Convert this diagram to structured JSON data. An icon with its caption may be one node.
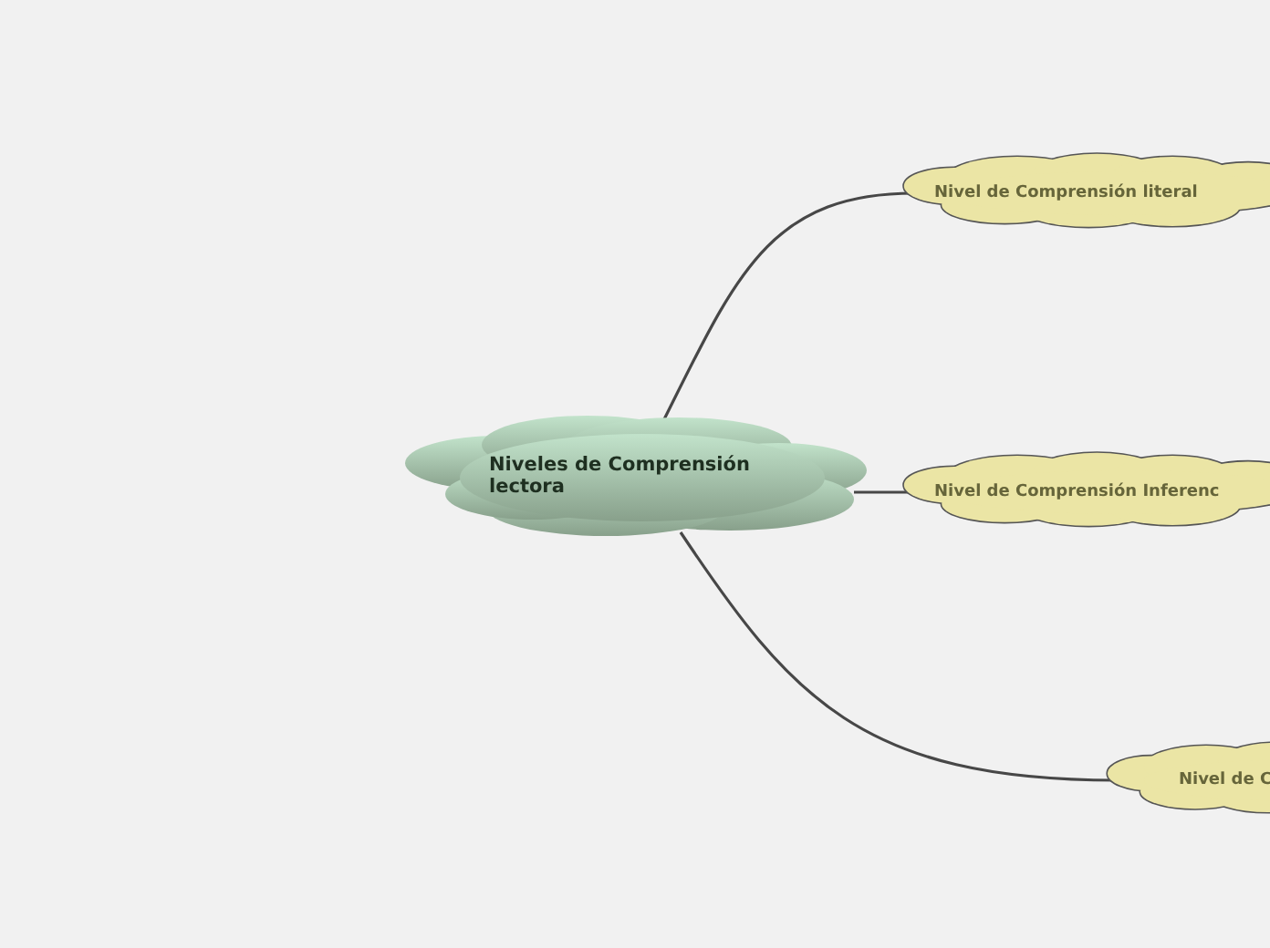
{
  "diagram": {
    "nodes": [
      {
        "text": [
          "Niveles de Comprensión lectora"
        ]
      },
      {
        "text": [
          "Nivel de Comprensión literal"
        ]
      },
      {
        "text": [
          "Nivel de Comprensión Inferenc"
        ]
      },
      {
        "text": [
          "Nivel de C"
        ]
      }
    ],
    "edges": [
      {
        "from": 0,
        "to": 1,
        "arrow": "none"
      },
      {
        "from": 0,
        "to": 2,
        "arrow": "none"
      },
      {
        "from": 0,
        "to": 3,
        "arrow": "none"
      }
    ]
  }
}
